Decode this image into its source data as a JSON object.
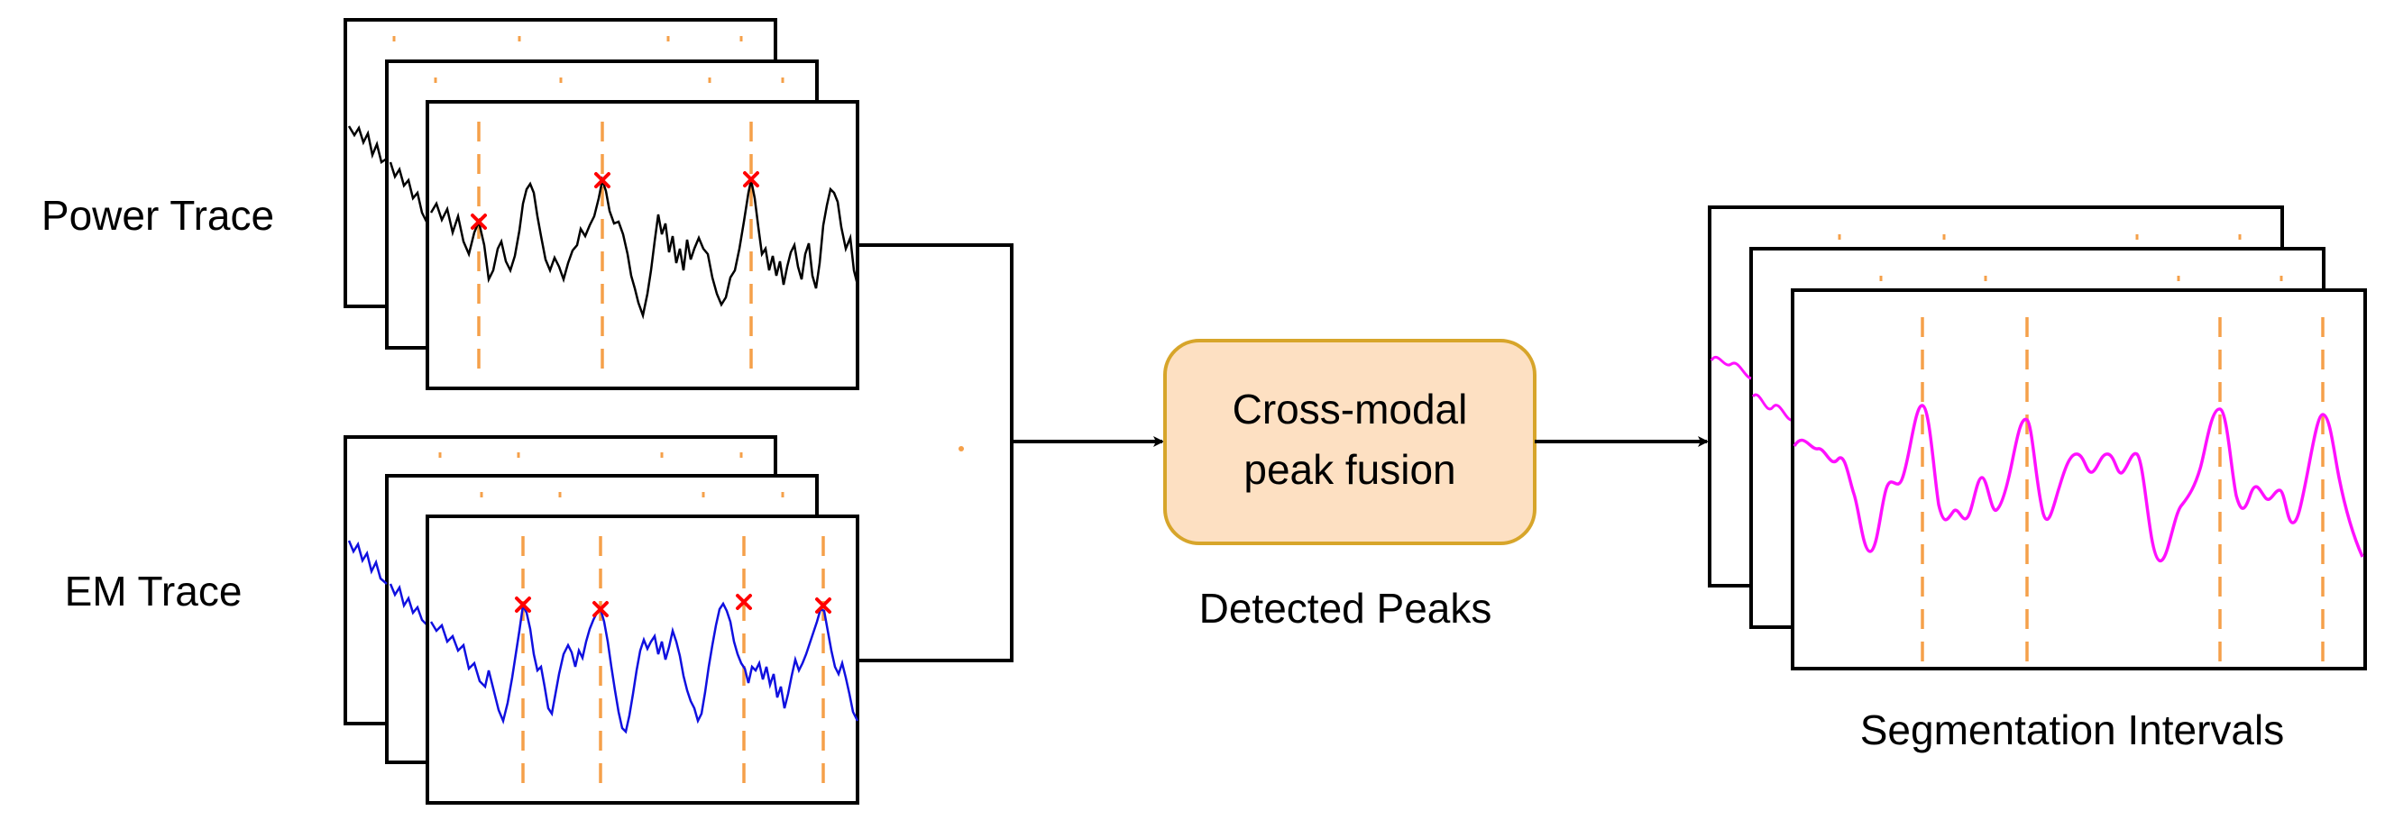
{
  "labels": {
    "power_trace": "Power Trace",
    "em_trace": "EM Trace",
    "fusion_line1": "Cross-modal",
    "fusion_line2": "peak fusion",
    "detected_peaks": "Detected Peaks",
    "segmentation_intervals": "Segmentation Intervals"
  },
  "colors": {
    "power_signal": "#000000",
    "em_signal": "#1010e0",
    "segmented_signal": "#ff10ff",
    "peak_line": "#f5a04a",
    "peak_marker": "#ff0000",
    "fusion_fill": "#fde0c2",
    "fusion_border": "#d7a52a"
  }
}
